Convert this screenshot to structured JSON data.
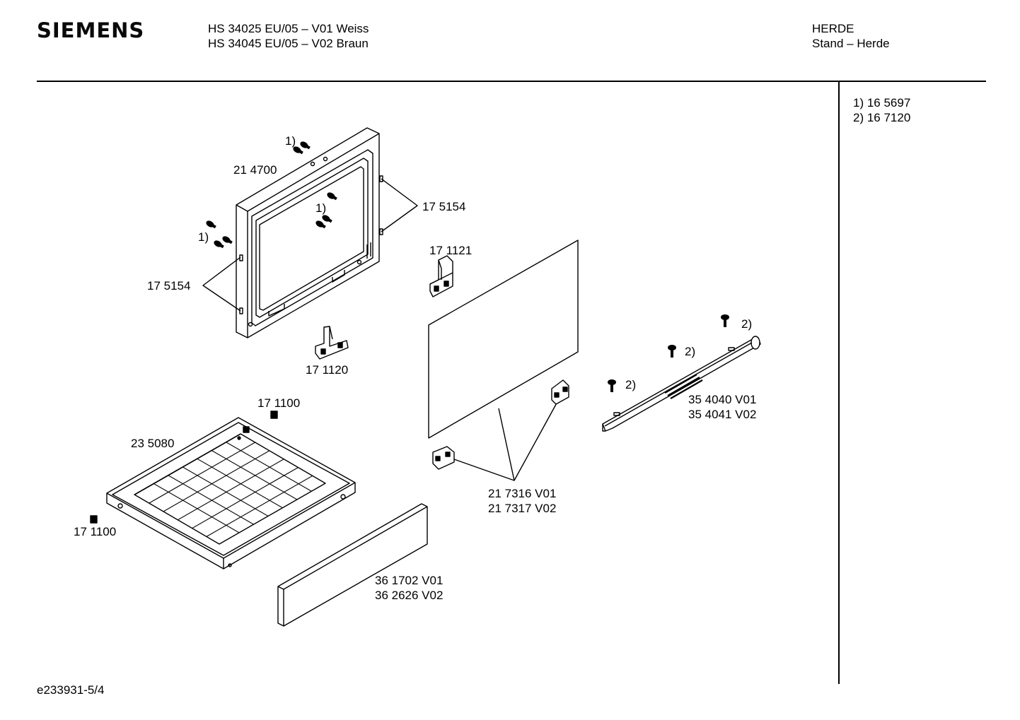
{
  "header": {
    "brand": "SIEMENS",
    "models": [
      "HS 34025 EU/05 – V01 Weiss",
      "HS 34045 EU/05 – V02 Braun"
    ],
    "category": [
      "HERDE",
      "Stand – Herde"
    ]
  },
  "notes": [
    "1) 16 5697",
    "2) 16 7120"
  ],
  "footer": {
    "doc_id": "e233931-5/4"
  },
  "parts": {
    "frame": "21 4700",
    "hinge_right": "175154",
    "hinge_left": "17 5154",
    "hinge_right_label": "17 5154",
    "clip_upper": "17 1121",
    "clip_lower": "17 1120",
    "foot_top": "17 1100",
    "foot_left": "17 1100",
    "tray": "23 5080",
    "panel_a": "21 7316 V01",
    "panel_b": "21 7317 V02",
    "handle_a": "35 4040 V01",
    "handle_b": "35 4041 V02",
    "drawer_a": "36 1702 V01",
    "drawer_b": "36 2626 V02"
  },
  "callouts": {
    "screw1_a": "1)",
    "screw1_b": "1)",
    "screw1_c": "1)",
    "screw2_a": "2)",
    "screw2_b": "2)",
    "screw2_c": "2)"
  }
}
